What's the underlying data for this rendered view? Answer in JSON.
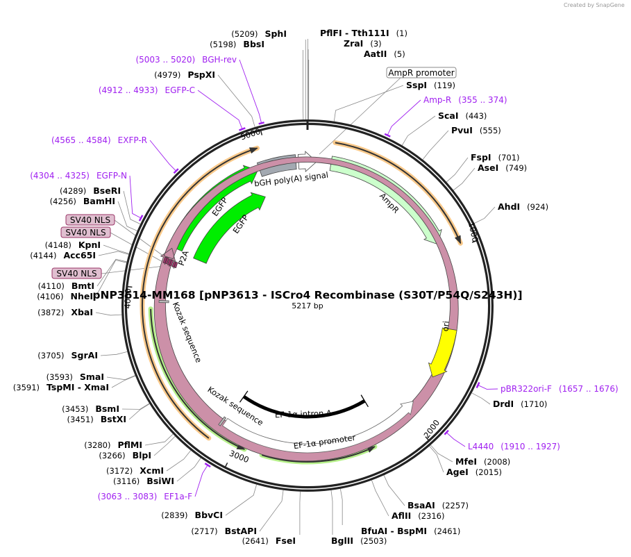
{
  "watermark": "Created by SnapGene",
  "title": "pNP3614-MM168 [pNP3613 - ISCro4 Recombinase (S30T/P54Q/S243H)]",
  "length_label": "5217 bp",
  "total_bp": 5217,
  "ticks": [
    {
      "label": "1000",
      "pos": 1000
    },
    {
      "label": "2000",
      "pos": 2000
    },
    {
      "label": "3000",
      "pos": 3000
    },
    {
      "label": "4000",
      "pos": 4000
    },
    {
      "label": "5000",
      "pos": 5000
    }
  ],
  "enzymes": [
    {
      "name": "SphI",
      "pos_label": "(5209)",
      "pos": 5209
    },
    {
      "name": "BbsI",
      "pos_label": "(5198)",
      "pos": 5198
    },
    {
      "name": "PspXI",
      "pos_label": "(4979)",
      "pos": 4979
    },
    {
      "name": "BseRI",
      "pos_label": "(4289)",
      "pos": 4289
    },
    {
      "name": "BamHI",
      "pos_label": "(4256)",
      "pos": 4256
    },
    {
      "name": "KpnI",
      "pos_label": "(4148)",
      "pos": 4148
    },
    {
      "name": "Acc65I",
      "pos_label": "(4144)",
      "pos": 4144
    },
    {
      "name": "BmtI",
      "pos_label": "(4110)",
      "pos": 4110
    },
    {
      "name": "NheI",
      "pos_label": "(4106)",
      "pos": 4106
    },
    {
      "name": "XbaI",
      "pos_label": "(3872)",
      "pos": 3872
    },
    {
      "name": "SgrAI",
      "pos_label": "(3705)",
      "pos": 3705
    },
    {
      "name": "SmaI",
      "pos_label": "(3593)",
      "pos": 3593
    },
    {
      "name": "TspMI  -  XmaI",
      "pos_label": "(3591)",
      "pos": 3591
    },
    {
      "name": "BsmI",
      "pos_label": "(3453)",
      "pos": 3453
    },
    {
      "name": "BstXI",
      "pos_label": "(3451)",
      "pos": 3451
    },
    {
      "name": "PflMI",
      "pos_label": "(3280)",
      "pos": 3280
    },
    {
      "name": "BlpI",
      "pos_label": "(3266)",
      "pos": 3266
    },
    {
      "name": "XcmI",
      "pos_label": "(3172)",
      "pos": 3172
    },
    {
      "name": "BsiWI",
      "pos_label": "(3116)",
      "pos": 3116
    },
    {
      "name": "BbvCI",
      "pos_label": "(2839)",
      "pos": 2839
    },
    {
      "name": "BstAPI",
      "pos_label": "(2717)",
      "pos": 2717
    },
    {
      "name": "FseI",
      "pos_label": "(2641)",
      "pos": 2641
    },
    {
      "name": "PflFI  -  Tth111I",
      "pos_label": "(1)",
      "pos": 1
    },
    {
      "name": "ZraI",
      "pos_label": "(3)",
      "pos": 3
    },
    {
      "name": "AatII",
      "pos_label": "(5)",
      "pos": 5
    },
    {
      "name": "SspI",
      "pos_label": "(119)",
      "pos": 119
    },
    {
      "name": "ScaI",
      "pos_label": "(443)",
      "pos": 443
    },
    {
      "name": "PvuI",
      "pos_label": "(555)",
      "pos": 555
    },
    {
      "name": "FspI",
      "pos_label": "(701)",
      "pos": 701
    },
    {
      "name": "AseI",
      "pos_label": "(749)",
      "pos": 749
    },
    {
      "name": "AhdI",
      "pos_label": "(924)",
      "pos": 924
    },
    {
      "name": "DrdI",
      "pos_label": "(1710)",
      "pos": 1710
    },
    {
      "name": "MfeI",
      "pos_label": "(2008)",
      "pos": 2008
    },
    {
      "name": "AgeI",
      "pos_label": "(2015)",
      "pos": 2015
    },
    {
      "name": "BsaAI",
      "pos_label": "(2257)",
      "pos": 2257
    },
    {
      "name": "AflII",
      "pos_label": "(2316)",
      "pos": 2316
    },
    {
      "name": "BfuAI  -  BspMI",
      "pos_label": "(2461)",
      "pos": 2461
    },
    {
      "name": "BglII",
      "pos_label": "(2503)",
      "pos": 2503
    }
  ],
  "primers": [
    {
      "name": "BGH-rev",
      "range": "(5003 .. 5020)",
      "start": 5003,
      "end": 5020
    },
    {
      "name": "EGFP-C",
      "range": "(4912 .. 4933)",
      "start": 4912,
      "end": 4933
    },
    {
      "name": "EXFP-R",
      "range": "(4565 .. 4584)",
      "start": 4565,
      "end": 4584
    },
    {
      "name": "EGFP-N",
      "range": "(4304 .. 4325)",
      "start": 4304,
      "end": 4325
    },
    {
      "name": "EF1a-F",
      "range": "(3063 .. 3083)",
      "start": 3063,
      "end": 3083
    },
    {
      "name": "Amp-R",
      "range": "(355 .. 374)",
      "start": 355,
      "end": 374
    },
    {
      "name": "pBR322ori-F",
      "range": "(1657 .. 1676)",
      "start": 1657,
      "end": 1676
    },
    {
      "name": "L4440",
      "range": "(1910 .. 1927)",
      "start": 1910,
      "end": 1927
    }
  ],
  "features": [
    {
      "name": "AmpR",
      "start": 136,
      "end": 940,
      "direction": "forward",
      "color": "#ccffcc"
    },
    {
      "name": "AmpR promoter",
      "start": 5165,
      "end": 52,
      "direction": "forward",
      "color": "#ffffff"
    },
    {
      "name": "bGH poly(A) signal",
      "start": 4935,
      "end": 5150,
      "direction": "none",
      "color": "#a3a9b1"
    },
    {
      "name": "EGFP",
      "start": 4252,
      "end": 4924,
      "direction": "forward",
      "color": "#00ee00"
    },
    {
      "name": "EGFP",
      "start": 4240,
      "end": 4910,
      "direction": "forward",
      "color": "#00ee00"
    },
    {
      "name": "P2A",
      "start": 4190,
      "end": 4245,
      "direction": "forward",
      "color": "#cc90a8"
    },
    {
      "name": "ori",
      "start": 1440,
      "end": 1735,
      "direction": "forward",
      "color": "#ffff00"
    },
    {
      "name": "EF-1α promoter",
      "start": 1915,
      "end": 3120,
      "direction": "reverse",
      "color": "#ffffff"
    },
    {
      "name": "EF-1α intron A",
      "start": 2160,
      "end": 3116,
      "direction": "none",
      "color": "#000000"
    },
    {
      "name": "Kozak sequence",
      "pos": 3936
    },
    {
      "name": "Kozak sequence",
      "pos": 3136
    }
  ],
  "orfs": [
    {
      "start": 140,
      "end": 983,
      "direction": "forward",
      "color": "#f9c98a"
    },
    {
      "start": 3140,
      "end": 4960,
      "direction": "forward",
      "color": "#f9c98a"
    },
    {
      "start": 2952,
      "end": 3895,
      "direction": "reverse",
      "color": "#b6f08a"
    },
    {
      "start": 2239,
      "end": 2855,
      "direction": "reverse",
      "color": "#b6f08a"
    }
  ],
  "label_boxes": [
    {
      "label": "AmpR promoter",
      "style": "plain"
    },
    {
      "label": "SV40 NLS",
      "style": "nls"
    },
    {
      "label": "SV40 NLS",
      "style": "nls"
    },
    {
      "label": "SV40 NLS",
      "style": "nls"
    }
  ],
  "colors": {
    "backbone": "#222222",
    "primer": "#a020f0",
    "nls": "#993366",
    "nls_box": "#e0bfd0"
  }
}
